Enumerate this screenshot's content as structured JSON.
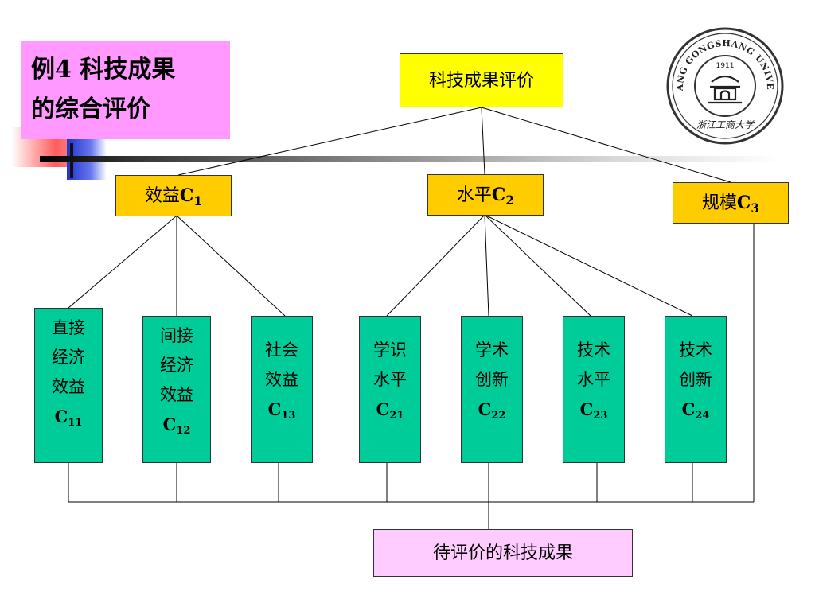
{
  "slide_title": {
    "line1": "例4  科技成果",
    "line2": "的综合评价"
  },
  "root": {
    "label": "科技成果评价"
  },
  "criteria": [
    {
      "label": "效益",
      "cap": "C",
      "sub": "1"
    },
    {
      "label": "水平",
      "cap": "C",
      "sub": "2"
    },
    {
      "label": "规模",
      "cap": "C",
      "sub": "3"
    }
  ],
  "leaves": [
    {
      "line1": "直接",
      "line2": "经济",
      "line3": "效益",
      "code": "C",
      "sub": "11"
    },
    {
      "line1": "间接",
      "line2": "经济",
      "line3": "效益",
      "code": "C",
      "sub": "12"
    },
    {
      "line1": "社会",
      "line2": "效益",
      "line3": "",
      "code": "C",
      "sub": "13"
    },
    {
      "line1": "学识",
      "line2": "水平",
      "line3": "",
      "code": "C",
      "sub": "21"
    },
    {
      "line1": "学术",
      "line2": "创新",
      "line3": "",
      "code": "C",
      "sub": "22"
    },
    {
      "line1": "技术",
      "line2": "水平",
      "line3": "",
      "code": "C",
      "sub": "23"
    },
    {
      "line1": "技术",
      "line2": "创新",
      "line3": "",
      "code": "C",
      "sub": "24"
    }
  ],
  "bottom": {
    "label": "待评价的科技成果"
  },
  "logo": {
    "top_text": "ZHEJIANG GONGSHANG UNIVERSITY",
    "year": "1911",
    "bottom_text": "浙江工商大学"
  },
  "colors": {
    "title_bg": "#ff99ff",
    "root_bg": "#ffff00",
    "criteria_bg": "#ffcc00",
    "leaf_bg": "#00cc99",
    "bottom_bg": "#ffccff"
  }
}
